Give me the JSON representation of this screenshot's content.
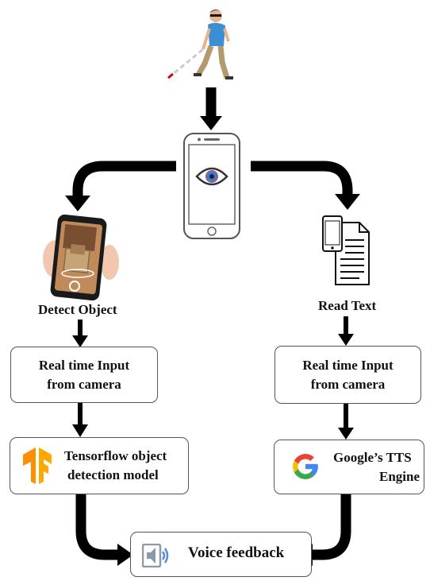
{
  "diagram": {
    "detect_label": "Detect Object",
    "read_label": "Read Text",
    "left_input": {
      "line1": "Real time Input",
      "line2": "from camera"
    },
    "right_input": {
      "line1": "Real time Input",
      "line2": "from camera"
    },
    "tensorflow": {
      "line1": "Tensorflow object",
      "line2": "detection model"
    },
    "google_tts": {
      "line1": "Google’s TTS",
      "line2": "Engine"
    },
    "voice": "Voice feedback"
  },
  "icons": [
    "blind-person-icon",
    "smartphone-eye-icon",
    "ar-phone-image",
    "document-phone-icon",
    "tensorflow-logo-icon",
    "google-logo-icon",
    "speaker-icon"
  ],
  "colors": {
    "arrow": "#000000",
    "tensorflow": "#ff8f00",
    "google_blue": "#4285f4",
    "google_red": "#ea4335",
    "google_yellow": "#fbbc05",
    "google_green": "#34a853"
  }
}
